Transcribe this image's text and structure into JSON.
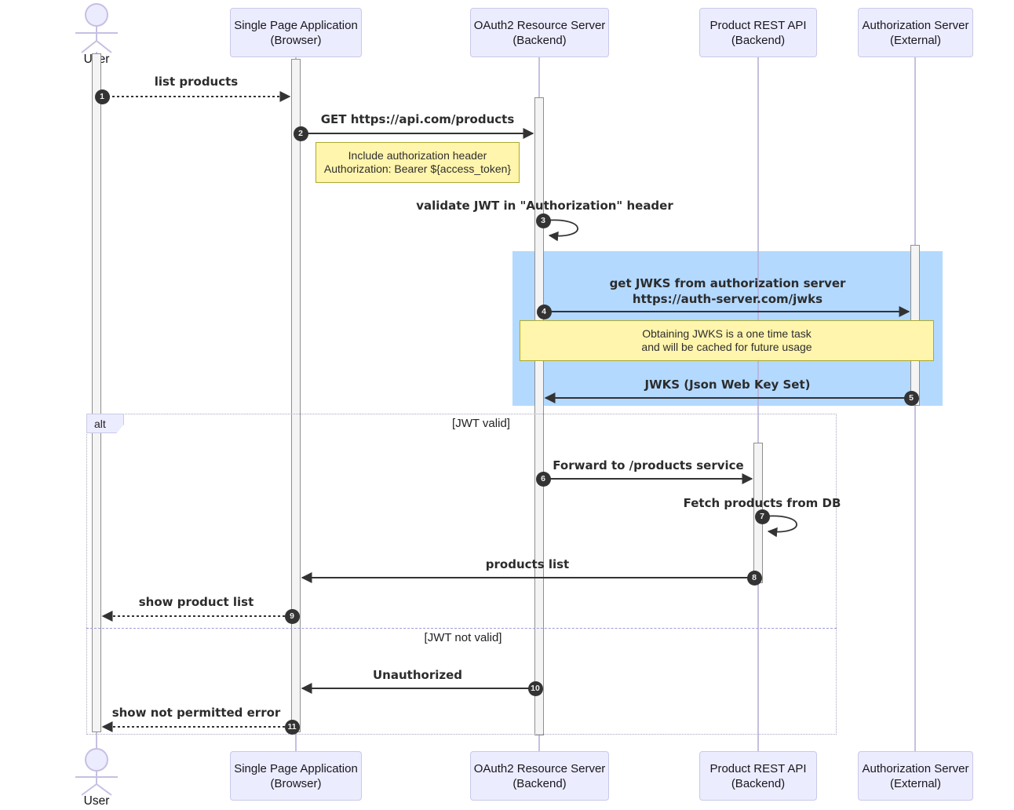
{
  "diagram_type": "sequence-diagram",
  "participants": [
    {
      "id": "user",
      "label": "User",
      "kind": "actor"
    },
    {
      "id": "spa",
      "line1": "Single Page Application",
      "line2": "(Browser)",
      "kind": "participant"
    },
    {
      "id": "oauth2",
      "line1": "OAuth2 Resource Server",
      "line2": "(Backend)",
      "kind": "participant"
    },
    {
      "id": "product",
      "line1": "Product REST API",
      "line2": "(Backend)",
      "kind": "participant"
    },
    {
      "id": "auth",
      "line1": "Authorization Server",
      "line2": "(External)",
      "kind": "participant"
    }
  ],
  "messages": [
    {
      "num": "1",
      "text": "list products",
      "from": "User",
      "to": "Single Page Application",
      "style": "dashed"
    },
    {
      "num": "2",
      "text": "GET https://api.com/products",
      "from": "Single Page Application",
      "to": "OAuth2 Resource Server",
      "style": "solid"
    },
    {
      "num": "3",
      "text": "validate JWT in \"Authorization\" header",
      "from": "OAuth2 Resource Server",
      "to": "OAuth2 Resource Server",
      "style": "self"
    },
    {
      "num": "4",
      "text": "get JWKS from authorization server",
      "text2": "https://auth-server.com/jwks",
      "from": "OAuth2 Resource Server",
      "to": "Authorization Server",
      "style": "solid"
    },
    {
      "num": "5",
      "text": "JWKS (Json Web Key Set)",
      "from": "Authorization Server",
      "to": "OAuth2 Resource Server",
      "style": "solid"
    },
    {
      "num": "6",
      "text": "Forward to /products service",
      "from": "OAuth2 Resource Server",
      "to": "Product REST API",
      "style": "solid"
    },
    {
      "num": "7",
      "text": "Fetch products from DB",
      "from": "Product REST API",
      "to": "Product REST API",
      "style": "self"
    },
    {
      "num": "8",
      "text": "products list",
      "from": "Product REST API",
      "to": "Single Page Application",
      "style": "solid"
    },
    {
      "num": "9",
      "text": "show product list",
      "from": "Single Page Application",
      "to": "User",
      "style": "dashed"
    },
    {
      "num": "10",
      "text": "Unauthorized",
      "from": "OAuth2 Resource Server",
      "to": "Single Page Application",
      "style": "solid"
    },
    {
      "num": "11",
      "text": "show not permitted error",
      "from": "Single Page Application",
      "to": "User",
      "style": "dashed"
    }
  ],
  "notes": [
    {
      "line1": "Include authorization header",
      "line2": "Authorization: Bearer ${access_token}"
    },
    {
      "line1": "Obtaining JWKS is a one time task",
      "line2": "and will be cached for future usage"
    }
  ],
  "alt": {
    "label": "alt",
    "conditions": [
      "[JWT valid]",
      "[JWT not valid]"
    ]
  },
  "colors": {
    "participant_fill": "#ECECFF",
    "participant_border": "#c9c9e8",
    "note_fill": "#fff5ad",
    "note_border": "#aaaa33",
    "highlight_fill": "#b3d9ff",
    "message_color": "#333333",
    "sequence_number_bg": "#333333",
    "lifeline_color": "#b8b0d8"
  }
}
